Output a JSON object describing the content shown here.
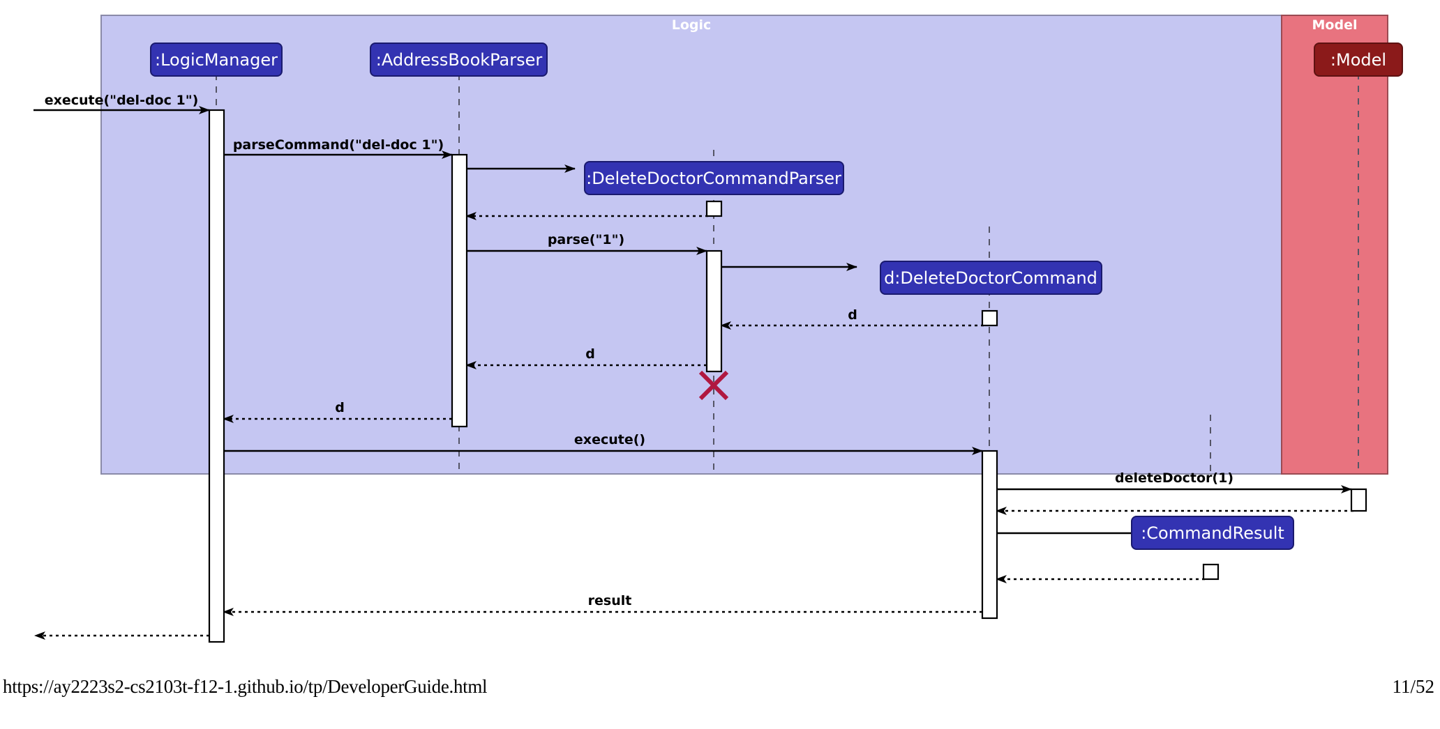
{
  "document": {
    "footer_url": "https://ay2223s2-cs2103t-f12-1.github.io/tp/DeveloperGuide.html",
    "page_label": "11/52"
  },
  "colors": {
    "logic_box_fill": "#c5c6f2",
    "logic_box_border": "#8a8aa8",
    "logic_header_text": "#ffffff",
    "model_box_fill": "#e8737f",
    "model_box_border": "#9a4a52",
    "model_header_text": "#ffffff",
    "participant_logic_fill": "#3333b2",
    "participant_logic_border": "#1a1a6e",
    "participant_model_fill": "#8b1a1a",
    "participant_model_border": "#5e1111",
    "participant_text": "#ffffff",
    "lifeline": "#555566",
    "activation_fill": "#ffffff",
    "activation_border": "#000000",
    "arrow": "#000000",
    "destroy_marker": "#b01840"
  },
  "diagram": {
    "type": "uml-sequence",
    "frames": [
      {
        "name": "logic-frame",
        "label": "Logic"
      },
      {
        "name": "model-frame",
        "label": "Model"
      }
    ],
    "participants": [
      {
        "id": "logicManager",
        "label": ":LogicManager",
        "group": "Logic"
      },
      {
        "id": "addressBookParser",
        "label": ":AddressBookParser",
        "group": "Logic"
      },
      {
        "id": "deleteDoctorCommandParser",
        "label": ":DeleteDoctorCommandParser",
        "group": "Logic"
      },
      {
        "id": "deleteDoctorCommand",
        "label": "d:DeleteDoctorCommand",
        "group": "Logic"
      },
      {
        "id": "commandResult",
        "label": ":CommandResult",
        "group": "Logic"
      },
      {
        "id": "model",
        "label": ":Model",
        "group": "Model"
      }
    ],
    "messages": [
      {
        "index": 1,
        "label": "execute(\"del-doc 1\")",
        "from": "actor",
        "to": "logicManager",
        "style": "solid"
      },
      {
        "index": 2,
        "label": "parseCommand(\"del-doc 1\")",
        "from": "logicManager",
        "to": "addressBookParser",
        "style": "solid"
      },
      {
        "index": 3,
        "label": "",
        "from": "addressBookParser",
        "to": "deleteDoctorCommandParser",
        "style": "solid",
        "kind": "create"
      },
      {
        "index": 4,
        "label": "",
        "from": "deleteDoctorCommandParser",
        "to": "addressBookParser",
        "style": "dotted"
      },
      {
        "index": 5,
        "label": "parse(\"1\")",
        "from": "addressBookParser",
        "to": "deleteDoctorCommandParser",
        "style": "solid"
      },
      {
        "index": 6,
        "label": "",
        "from": "deleteDoctorCommandParser",
        "to": "deleteDoctorCommand",
        "style": "solid",
        "kind": "create"
      },
      {
        "index": 7,
        "label": "d",
        "from": "deleteDoctorCommand",
        "to": "deleteDoctorCommandParser",
        "style": "dotted"
      },
      {
        "index": 8,
        "label": "d",
        "from": "deleteDoctorCommandParser",
        "to": "addressBookParser",
        "style": "dotted"
      },
      {
        "index": 9,
        "label": "d",
        "from": "addressBookParser",
        "to": "logicManager",
        "style": "dotted"
      },
      {
        "index": 10,
        "label": "execute()",
        "from": "logicManager",
        "to": "deleteDoctorCommand",
        "style": "solid"
      },
      {
        "index": 11,
        "label": "deleteDoctor(1)",
        "from": "deleteDoctorCommand",
        "to": "model",
        "style": "solid"
      },
      {
        "index": 12,
        "label": "",
        "from": "model",
        "to": "deleteDoctorCommand",
        "style": "dotted"
      },
      {
        "index": 13,
        "label": "",
        "from": "deleteDoctorCommand",
        "to": "commandResult",
        "style": "solid",
        "kind": "create"
      },
      {
        "index": 14,
        "label": "",
        "from": "commandResult",
        "to": "deleteDoctorCommand",
        "style": "dotted"
      },
      {
        "index": 15,
        "label": "result",
        "from": "deleteDoctorCommand",
        "to": "logicManager",
        "style": "dotted"
      },
      {
        "index": 16,
        "label": "",
        "from": "logicManager",
        "to": "actor",
        "style": "dotted"
      }
    ],
    "destroy_markers": [
      {
        "participant": "deleteDoctorCommandParser",
        "symbol": "X"
      }
    ]
  }
}
